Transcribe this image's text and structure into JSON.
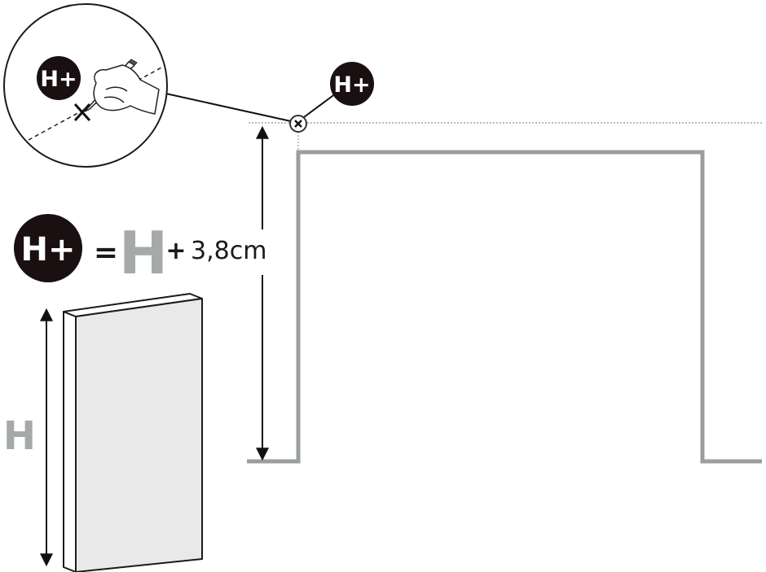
{
  "badges": {
    "top": "H+",
    "magnifier": "H+",
    "formula": "H+"
  },
  "formula": {
    "equals": "=",
    "letter": "H",
    "plus": "+",
    "offset": "3,8cm"
  },
  "panel": {
    "height_label": "H"
  },
  "colors": {
    "frame": "#9a9f9e",
    "badge": "#1a1011",
    "panel_fill": "#e8e9e8",
    "letter_gray": "#a5a9a8"
  }
}
